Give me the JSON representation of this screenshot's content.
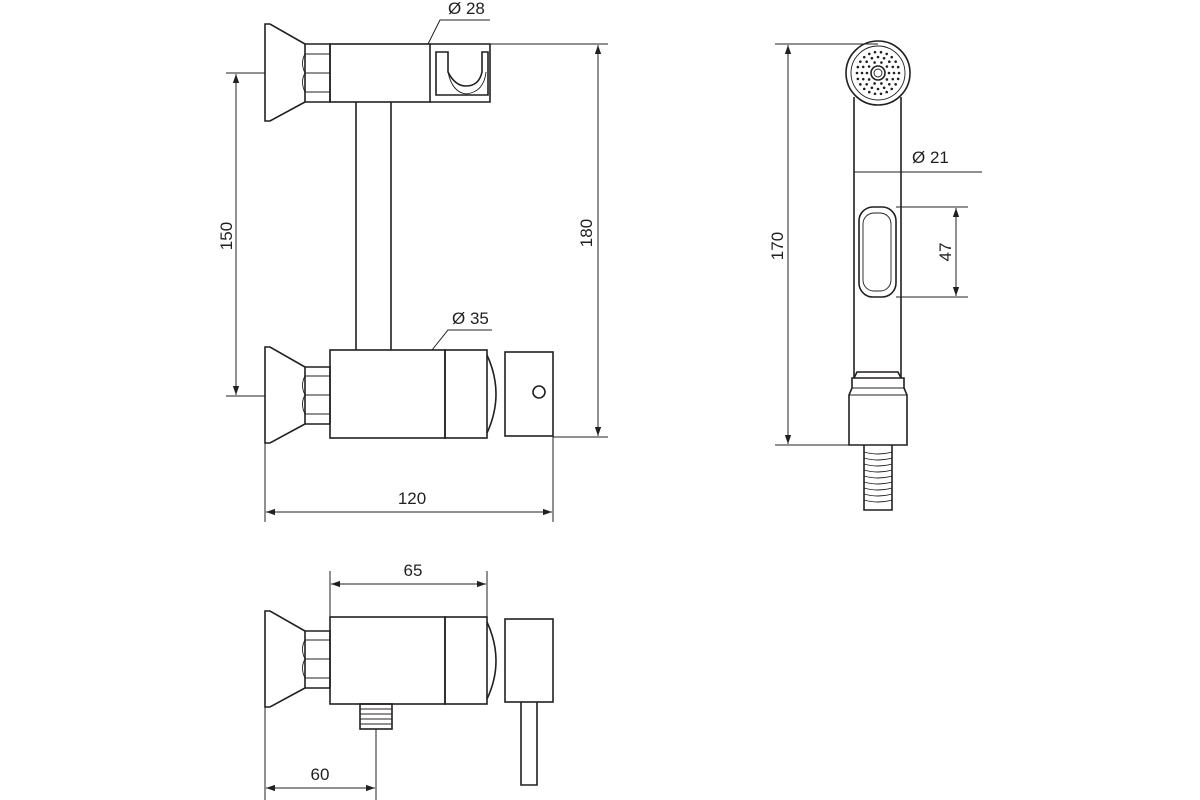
{
  "dimensions": {
    "bracket_diameter": "Ø 28",
    "height_pipe": "150",
    "height_total": "180",
    "body_diameter": "Ø 35",
    "width_total": "120",
    "hose_length": "170",
    "head_diameter": "Ø 21",
    "button_length": "47",
    "body_length": "65",
    "outlet_offset": "60"
  },
  "colors": {
    "line": "#231f20",
    "background": "#ffffff"
  }
}
